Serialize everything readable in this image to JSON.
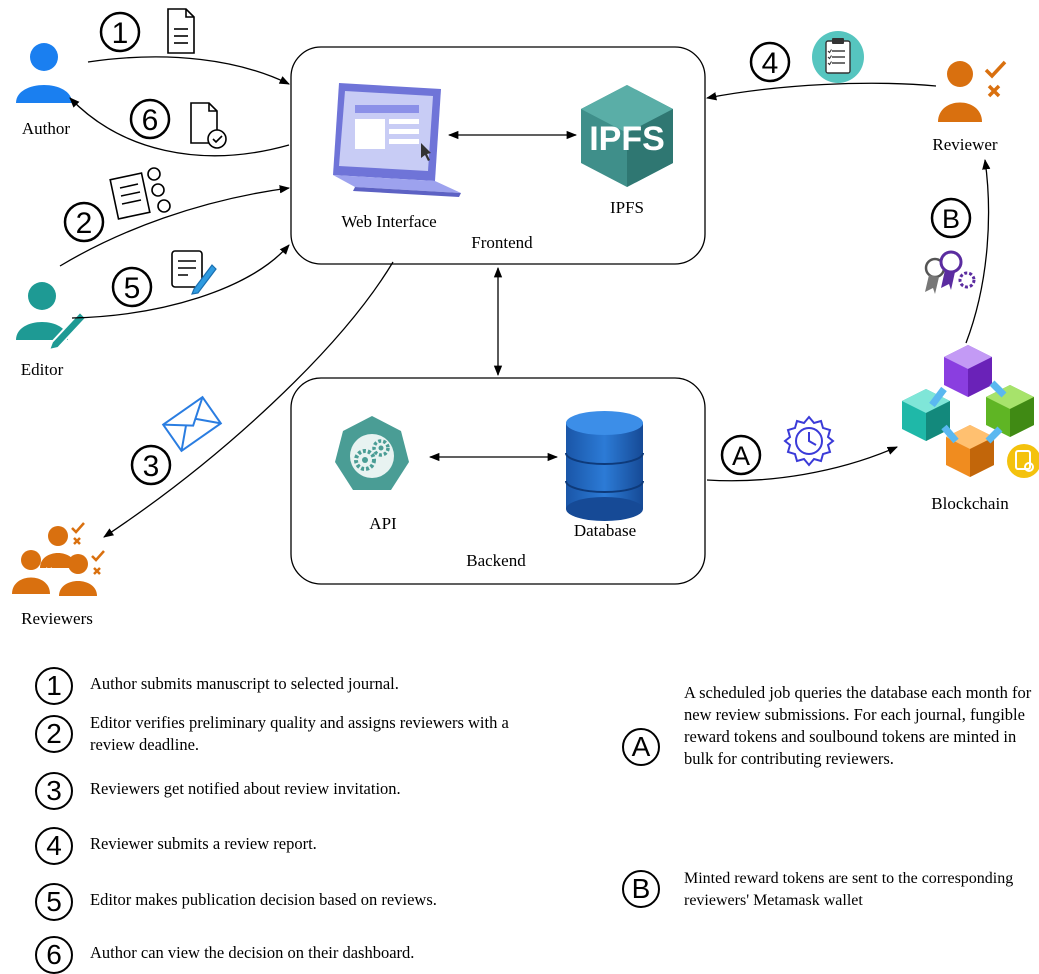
{
  "labels": {
    "author": "Author",
    "editor": "Editor",
    "reviewers": "Reviewers",
    "reviewer": "Reviewer",
    "web_interface": "Web Interface",
    "ipfs": "IPFS",
    "ipfs_logo": "IPFS",
    "frontend": "Frontend",
    "api": "API",
    "database": "Database",
    "backend": "Backend",
    "blockchain": "Blockchain"
  },
  "step_markers": {
    "s1": "1",
    "s2": "2",
    "s3": "3",
    "s4": "4",
    "s5": "5",
    "s6": "6",
    "a": "A",
    "b": "B"
  },
  "legend": {
    "steps": [
      {
        "marker": "1",
        "text": "Author submits manuscript to selected journal."
      },
      {
        "marker": "2",
        "text": "Editor verifies preliminary quality and assigns reviewers with a review deadline."
      },
      {
        "marker": "3",
        "text": "Reviewers get notified about review invitation."
      },
      {
        "marker": "4",
        "text": "Reviewer submits a review report."
      },
      {
        "marker": "5",
        "text": "Editor makes publication decision based on reviews."
      },
      {
        "marker": "6",
        "text": "Author can view the decision on their dashboard."
      }
    ],
    "notes": [
      {
        "marker": "A",
        "text": "A scheduled job queries the database each month for new review submissions. For each journal, fungible reward tokens and soulbound tokens are minted in bulk for contributing reviewers."
      },
      {
        "marker": "B",
        "text": "Minted reward tokens are sent to the corresponding reviewers' Metamask wallet"
      }
    ]
  },
  "icons": {
    "author": "person-icon",
    "editor": "person-pen-icon",
    "reviewer": "person-check-icon",
    "reviewers": "group-check-icon",
    "web_interface": "laptop-icon",
    "ipfs": "ipfs-hexagon-icon",
    "api": "gear-hexagon-icon",
    "database": "database-cylinder-icon",
    "blockchain": "cubes-chain-icon",
    "manuscript": "document-icon",
    "decision": "document-check-icon",
    "assignment": "reviewer-assignment-icon",
    "envelope": "envelope-icon",
    "review_report": "report-clipboard-icon",
    "publication_decision": "edit-document-icon",
    "scheduled_job": "gear-clock-icon",
    "reward": "award-badge-icon"
  },
  "colors": {
    "author_blue": "#1a7ff0",
    "editor_teal": "#1e9a94",
    "reviewer_orange": "#d9700f",
    "ipfs_teal": "#3f8f8a",
    "database_blue": "#1e63b8",
    "api_teal": "#4a9d95",
    "laptop_purple": "#7a80e6"
  }
}
